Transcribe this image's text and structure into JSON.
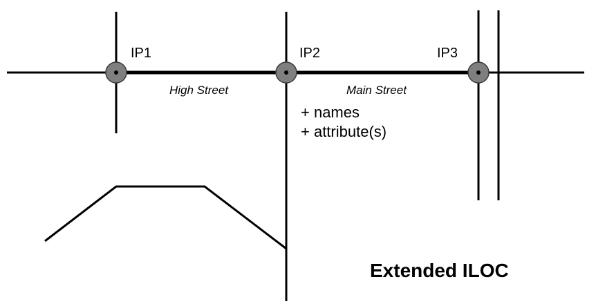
{
  "diagram": {
    "title": "Extended ILOC",
    "nodes": {
      "ip1": "IP1",
      "ip2": "IP2",
      "ip3": "IP3"
    },
    "streets": {
      "high_street": "High Street",
      "main_street": "Main Street"
    },
    "notes": {
      "names": "+ names",
      "attributes": "+ attribute(s)"
    }
  }
}
